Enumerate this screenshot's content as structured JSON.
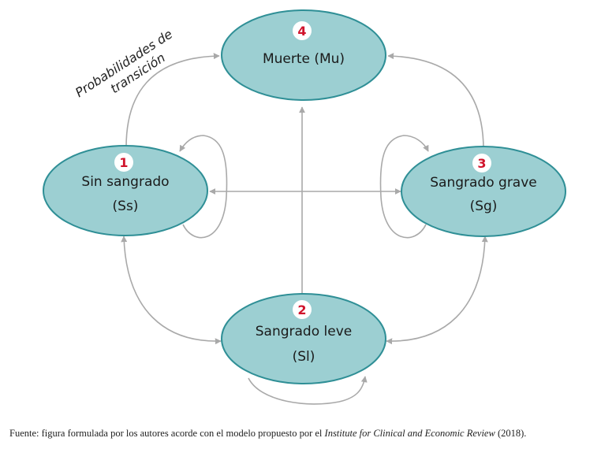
{
  "annotation": {
    "line1": "Probabilidades de",
    "line2": "transición"
  },
  "states": {
    "mu": {
      "number": "4",
      "name": "Muerte (Mu)"
    },
    "ss": {
      "number": "1",
      "name": "Sin sangrado",
      "abbr": "(Ss)"
    },
    "sg": {
      "number": "3",
      "name": "Sangrado grave",
      "abbr": "(Sg)"
    },
    "sl": {
      "number": "2",
      "name": "Sangrado leve",
      "abbr": "(Sl)"
    }
  },
  "caption": {
    "prefix": "Fuente: figura formulada por los autores acorde con el modelo propuesto por el ",
    "source": "Institute for Clinical and Economic Review",
    "suffix": " (2018)."
  },
  "colors": {
    "ellipse_fill": "#9ccfd2",
    "ellipse_stroke": "#2f8f96",
    "badge_number": "#d0142c",
    "arrow": "#a9a9a9"
  }
}
